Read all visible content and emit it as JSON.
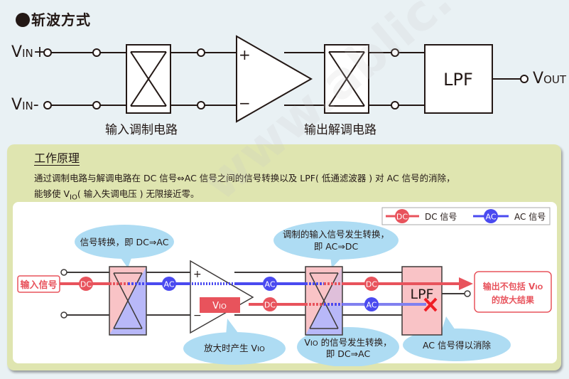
{
  "top": {
    "title": "斩波方式",
    "vin_plus": {
      "main": "V",
      "sub": "IN",
      "suffix": "+"
    },
    "vin_minus": {
      "main": "V",
      "sub": "IN",
      "suffix": "-"
    },
    "vout": {
      "main": "V",
      "sub": "OUT"
    },
    "amp_plus": "+",
    "amp_minus": "−",
    "lpf_label": "LPF",
    "input_modulator_caption": "输入调制电路",
    "output_demodulator_caption": "输出解调电路"
  },
  "principle": {
    "title": "工作原理",
    "line1": "通过调制电路与解调电路在 DC 信号⇔AC 信号之间的信号转换以及 LPF( 低通滤波器 ) 对 AC 信号的消除，",
    "line2_prefix": "能够使 V",
    "line2_sub": "IO",
    "line2_suffix": "( 输入失调电压 ) 无限接近零。"
  },
  "diagram": {
    "legend": {
      "dc_badge": "DC",
      "dc_label": "DC 信号",
      "ac_badge": "AC",
      "ac_label": "AC 信号"
    },
    "input_signal_label": "输入信号",
    "badges": {
      "dc": "DC",
      "ac": "AC"
    },
    "vio_box": {
      "main": "V",
      "sub": "IO"
    },
    "lpf_label": "LPF",
    "amp_plus": "+",
    "amp_minus": "−",
    "output_result": {
      "line1_prefix": "输出不包括 V",
      "line1_sub": "IO",
      "line2": "的放大结果"
    },
    "bubbles": {
      "modulate": "信号转换，即 DC⇒AC",
      "demod_line1": "调制的输入信号发生转换，",
      "demod_line2": "即 AC⇒DC",
      "vio_gen_prefix": "放大时产生 V",
      "vio_gen_sub": "IO",
      "vio_convert_prefix": "V",
      "vio_convert_sub": "IO",
      "vio_convert_line1": " 的信号发生转换，",
      "vio_convert_line2": "即 DC⇒AC",
      "ac_removed": "AC 信号得以消除"
    },
    "colors": {
      "dc": "#e8535c",
      "ac": "#4a4af0",
      "bubble": "#aedcf3",
      "lpf_fill": "#f9c3c6",
      "ac_fill": "#b8b8f8",
      "cross": "#ef1c24"
    }
  },
  "watermark": "www.ablic.com"
}
